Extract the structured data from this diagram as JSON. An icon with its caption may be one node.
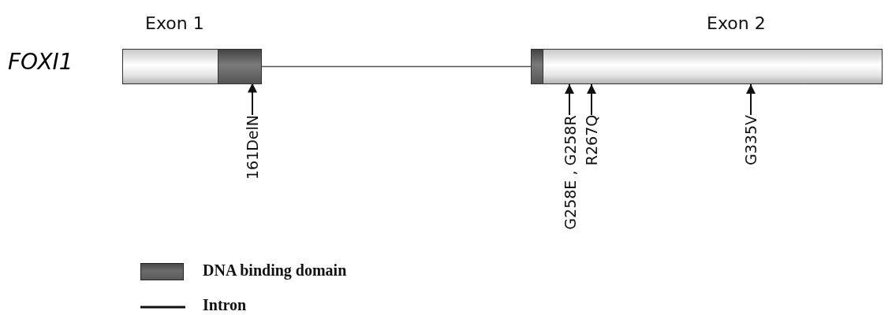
{
  "diagram": {
    "nodes": [
      {
        "text": [
          "Exon 1"
        ]
      },
      {
        "text": [],
        "shape": "box",
        "in": 0
      },
      {
        "text": [
          "Exon 2"
        ]
      },
      {
        "text": [],
        "shape": "box",
        "in": 2
      },
      {
        "text": [
          "161DelN"
        ]
      },
      {
        "text": [
          "G258E , G258R"
        ]
      },
      {
        "text": [
          "R267Q"
        ]
      },
      {
        "text": [
          "G335V"
        ]
      }
    ],
    "edges": [
      {
        "from": 0,
        "to": 2,
        "arrow": "none",
        "color": "#555555"
      },
      {
        "from": 4,
        "to": 1,
        "arrow": "to"
      },
      {
        "from": 5,
        "to": 2,
        "arrow": "to"
      },
      {
        "from": 6,
        "to": 2,
        "arrow": "to"
      },
      {
        "from": 7,
        "to": 2,
        "arrow": "to"
      }
    ],
    "labels": [
      "FOXI1"
    ],
    "legend": [
      {
        "text": "DNA binding domain",
        "color": "#5a5a5a"
      },
      {
        "text": "Intron"
      }
    ]
  }
}
